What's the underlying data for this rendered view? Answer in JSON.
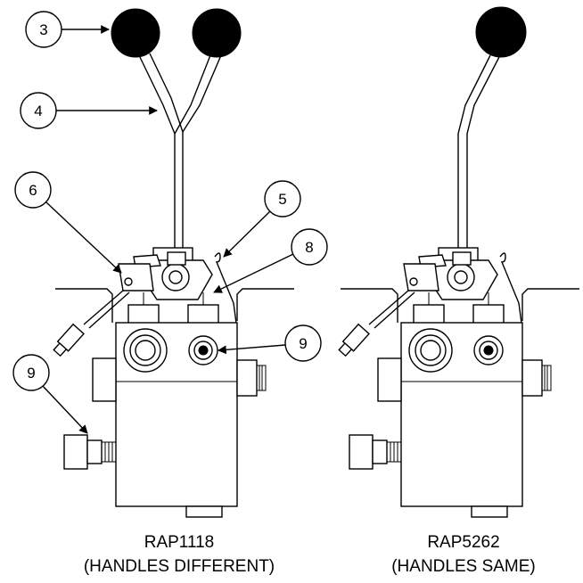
{
  "callouts": {
    "c3": "3",
    "c4": "4",
    "c6": "6",
    "c5": "5",
    "c8": "8",
    "c9a": "9",
    "c9b": "9"
  },
  "captions": {
    "left_model": "RAP1118",
    "left_note": "(HANDLES DIFFERENT)",
    "right_model": "RAP5262",
    "right_note": "(HANDLES SAME)"
  }
}
